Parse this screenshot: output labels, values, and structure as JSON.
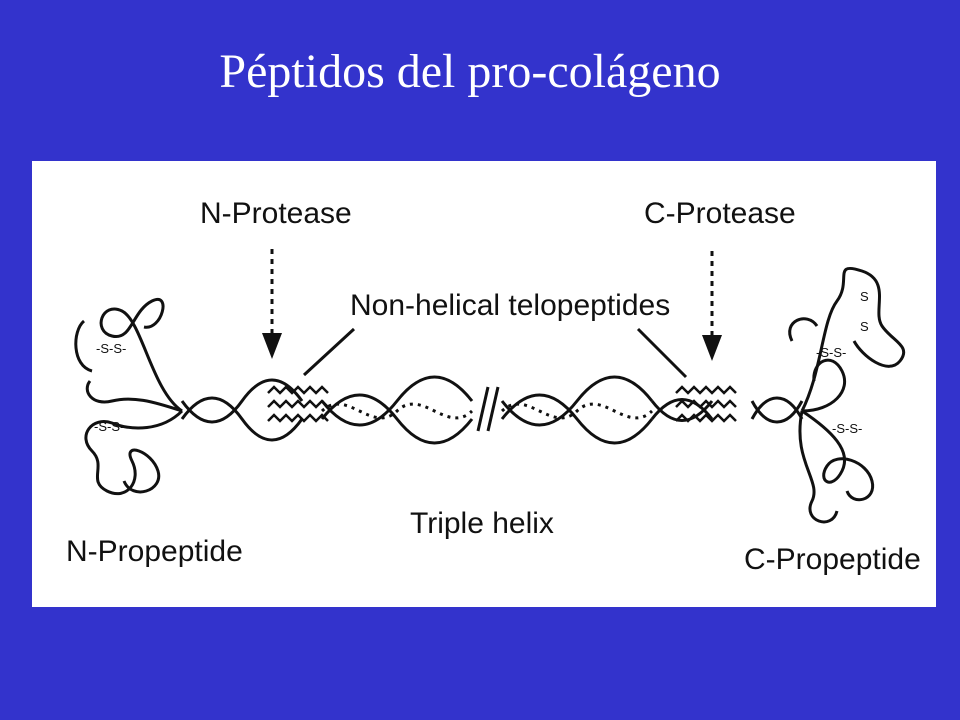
{
  "slide": {
    "title": "Péptidos del pro-colágeno",
    "background_color": "#3333cc",
    "title_color": "#ffffff"
  },
  "diagram": {
    "labels": {
      "n_protease": "N-Protease",
      "c_protease": "C-Protease",
      "telopeptides": "Non-helical telopeptides",
      "triple_helix": "Triple helix",
      "n_propeptide": "N-Propeptide",
      "c_propeptide": "C-Propeptide"
    },
    "disulfide": "-S-S-",
    "disulfide_s": "S"
  }
}
